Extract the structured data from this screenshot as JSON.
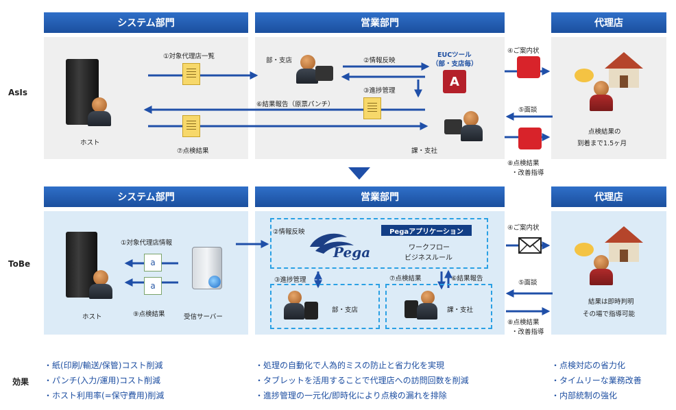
{
  "rows": {
    "asis": "AsIs",
    "tobe": "ToBe",
    "effect": "効果"
  },
  "headers": {
    "system": "システム部門",
    "sales": "営業部門",
    "agency": "代理店"
  },
  "asis": {
    "host": "ホスト",
    "branch": "部・支店",
    "section": "課・支社",
    "euc_line1": "EUCツール",
    "euc_line2": "（部・支店毎）",
    "step1": "①対象代理店一覧",
    "step2": "②情報反映",
    "step3": "③進捗管理",
    "step4": "④ご案内状",
    "step5": "⑤面談",
    "step6": "⑥結果報告（原票パンチ）",
    "step7": "⑦点検結果",
    "step8_line1": "⑧点検結果",
    "step8_line2": "・改善指導",
    "agency_note_line1": "点検結果の",
    "agency_note_line2": "到着まで1.5ヶ月"
  },
  "tobe": {
    "host": "ホスト",
    "server": "受信サーバー",
    "step1": "①対象代理店情報",
    "step9": "⑨点検結果",
    "step2": "②情報反映",
    "pega_logo": "Pega",
    "pega_app": "Pegaアプリケーション",
    "workflow": "ワークフロー",
    "business_rule": "ビジネスルール",
    "step3": "③進捗管理",
    "step7": "⑦点検結果",
    "step6": "⑥結果報告",
    "branch": "部・支店",
    "section": "課・支社",
    "step4": "④ご案内状",
    "step5": "⑤面談",
    "step8_line1": "⑧点検結果",
    "step8_line2": "・改善指導",
    "agency_note_line1": "結果は即時判明",
    "agency_note_line2": "その場で指導可能"
  },
  "effects": {
    "system": [
      "・紙(印刷/輸送/保管)コスト削減",
      "・パンチ(入力/運用)コスト削減",
      "・ホスト利用率(=保守費用)削減"
    ],
    "sales": [
      "・処理の自動化で人為的ミスの防止と省力化を実現",
      "・タブレットを活用することで代理店への訪問回数を削減",
      "・進捗管理の一元化/即時化により点検の漏れを排除"
    ],
    "agency": [
      "・点検対応の省力化",
      "・タイムリーな業務改善",
      "・内部統制の強化"
    ]
  },
  "colors": {
    "header": "#1b4f9e",
    "arrow": "#1f4fa8",
    "dash": "#2aa0e4",
    "effect_text": "#1d4ea1",
    "asis_bg": "#efefef",
    "tobe_bg": "#dcebf7"
  }
}
